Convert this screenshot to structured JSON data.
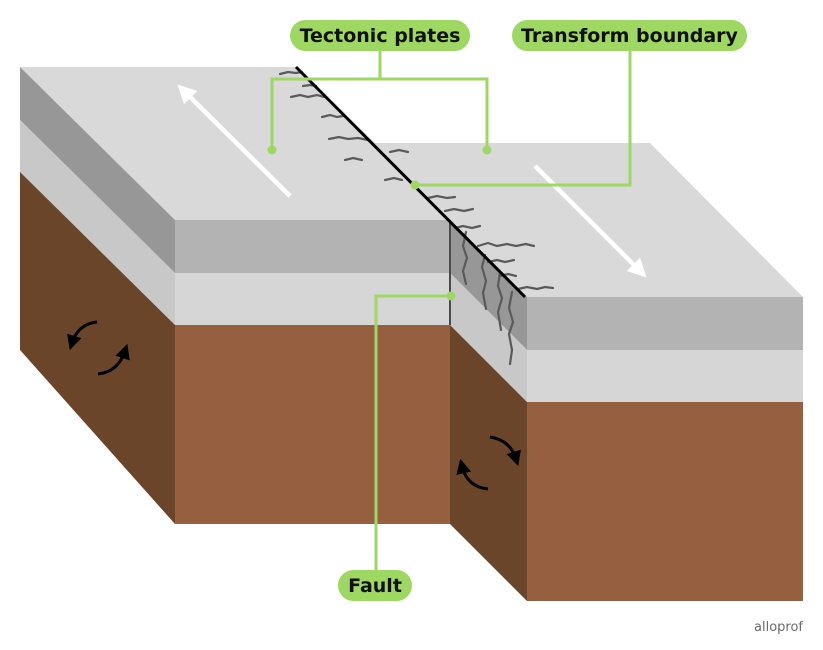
{
  "labels": {
    "tectonic_plates": "Tectonic plates",
    "transform_boundary": "Transform boundary",
    "fault": "Fault"
  },
  "credit": "alloprof",
  "colors": {
    "label_bg": "#9fd763",
    "leader_line": "#9fd763",
    "top_surface": "#d9d9d9",
    "crust_layer_dark": "#a9a9a9",
    "crust_layer_light": "#d6d6d6",
    "mantle_front": "#955f40",
    "mantle_side": "#6a4529",
    "boundary_line": "#000000",
    "plate_arrows": "#ffffff",
    "convection_arrows": "#000000"
  },
  "icons": {
    "plate_motion": "white-straight-arrow",
    "convection": "black-curved-arrow"
  }
}
